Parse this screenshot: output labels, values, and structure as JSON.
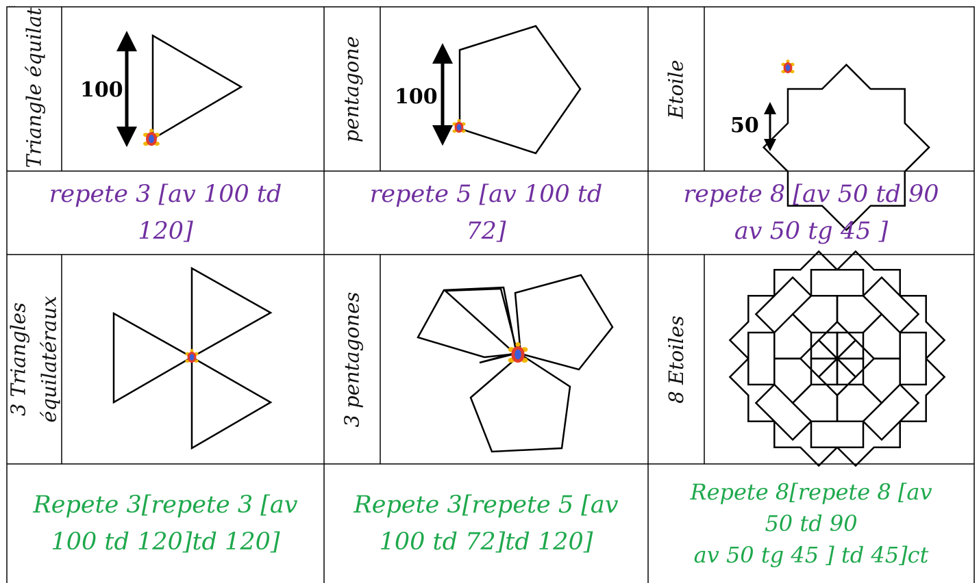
{
  "caption": "...",
  "row1": [
    {
      "label": "Triangle équilatéral",
      "dimension": "100"
    },
    {
      "label": "pentagone",
      "dimension": "100"
    },
    {
      "label": "Etoile",
      "dimension": "50"
    }
  ],
  "row2": [
    {
      "code": "repete 3 [av 100 td\n120]"
    },
    {
      "code": "repete 5 [av 100 td\n72]"
    },
    {
      "code": "repete 8 [av 50 td 90\nav 50 tg 45 ]"
    }
  ],
  "row3": [
    {
      "label": "3 Triangles équilatéraux"
    },
    {
      "label": "3 pentagones"
    },
    {
      "label": "8 Etoiles"
    }
  ],
  "row4": [
    {
      "code": "Repete 3[repete 3 [av\n100 td 120]td 120]"
    },
    {
      "code": "Repete 3[repete 5 [av\n100 td 72]td 120]"
    },
    {
      "code": "Repete 8[repete 8 [av\n50 td 90\nav 50 tg 45 ] td 45]ct"
    }
  ],
  "colors": {
    "purple": "#7030a0",
    "green": "#1ea84c",
    "border": "#000000"
  },
  "icons": [
    "turtle-icon"
  ]
}
